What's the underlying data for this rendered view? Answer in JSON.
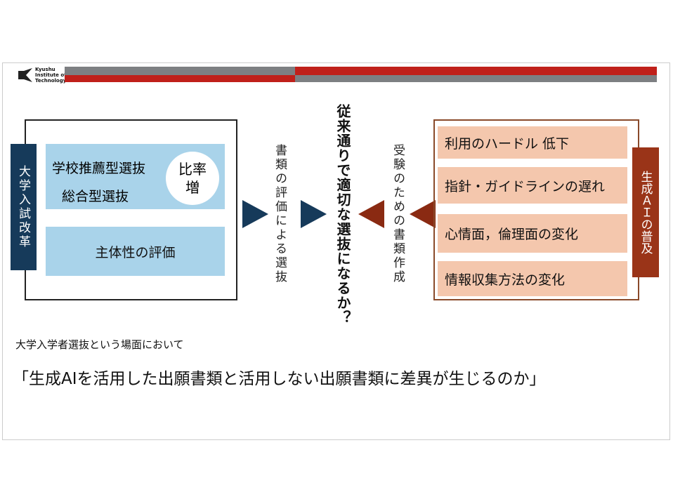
{
  "logo": {
    "lines": [
      "Kyushu",
      "Institute of",
      "Technology"
    ]
  },
  "left": {
    "label": "大学入試改革",
    "box1_line1": "学校推薦型選抜",
    "box1_line2": "総合型選抜",
    "circle": "比率増",
    "box2": "主体性の評価"
  },
  "center": {
    "left_caption": "書類の評価による選抜",
    "question": "従来通りで適切な選抜になるか？",
    "right_caption": "受験のための書類作成"
  },
  "right": {
    "label": "生成ＡＩの普及",
    "items": [
      "利用のハードル 低下",
      "指針・ガイドラインの遅れ",
      "心情面，倫理面の変化",
      "情報収集方法の変化"
    ]
  },
  "bottom": {
    "context": "大学入学者選抜という場面において",
    "question": "「生成AIを活用した出願書類と活用しない出願書類に差異が生じるのか」"
  },
  "colors": {
    "navy": "#163a5a",
    "brown": "#8a2a12",
    "red": "#c0201a",
    "gray": "#7d7f82"
  }
}
